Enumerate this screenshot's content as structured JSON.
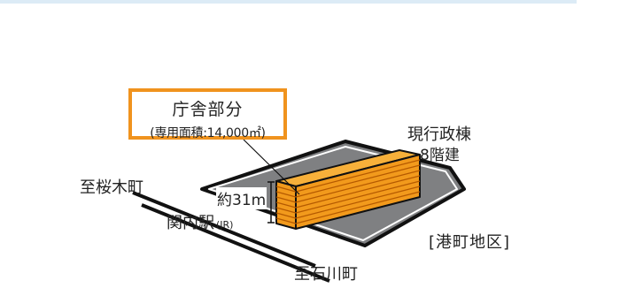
{
  "diagram": {
    "callout": {
      "title": "庁舎部分",
      "subtitle": "(専用面積:14,000㎡)"
    },
    "building": {
      "name": "現行政棟",
      "floors": "8階建",
      "height": "約31m"
    },
    "labels": {
      "to_sakuragicho": "至桜木町",
      "station": "関内駅",
      "station_line": "(JR)",
      "to_ishikawacho": "至石川町",
      "district": "[港町地区]"
    },
    "colors": {
      "callout_border": "#f0931e",
      "building_front": "#f29a1c",
      "building_top": "#f7b03a",
      "building_lines": "#b55a00",
      "site_fill": "#7f8082",
      "site_border": "#111111"
    }
  }
}
